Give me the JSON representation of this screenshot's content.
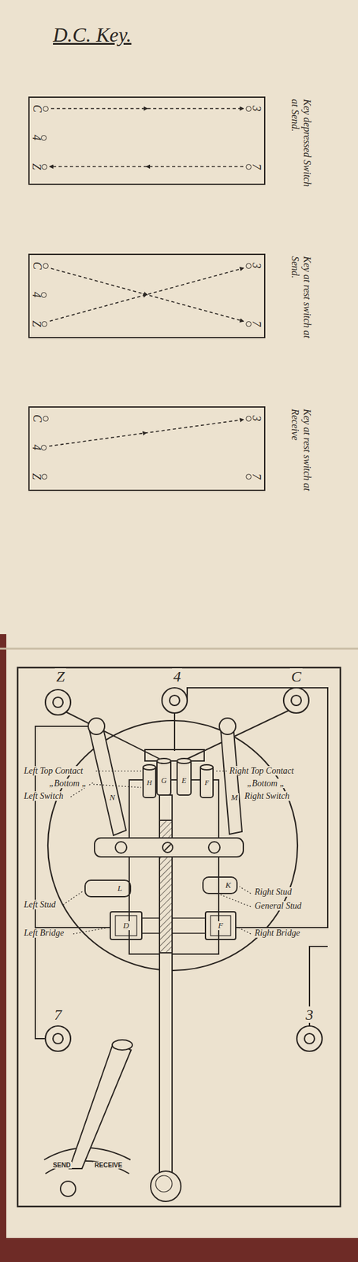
{
  "diagram": {
    "title": "D.C. Key.",
    "nodes": [
      {
        "text": [
          "Key depressed Switch at Send."
        ]
      },
      {
        "text": [
          "C"
        ],
        "in": 0
      },
      {
        "text": [
          "4"
        ],
        "in": 0
      },
      {
        "text": [
          "Z"
        ],
        "in": 0
      },
      {
        "text": [
          "3"
        ],
        "in": 0
      },
      {
        "text": [
          "7"
        ],
        "in": 0
      },
      {
        "text": [
          "Key at rest switch at Send."
        ]
      },
      {
        "text": [
          "C"
        ],
        "in": 6
      },
      {
        "text": [
          "4"
        ],
        "in": 6
      },
      {
        "text": [
          "Z"
        ],
        "in": 6
      },
      {
        "text": [
          "3"
        ],
        "in": 6
      },
      {
        "text": [
          "7"
        ],
        "in": 6
      },
      {
        "text": [
          "Key at rest switch at Receive"
        ]
      },
      {
        "text": [
          "C"
        ],
        "in": 12
      },
      {
        "text": [
          "4"
        ],
        "in": 12
      },
      {
        "text": [
          "Z"
        ],
        "in": 12
      },
      {
        "text": [
          "3"
        ],
        "in": 12
      },
      {
        "text": [
          "7"
        ],
        "in": 12
      }
    ],
    "edges": [
      {
        "from": 1,
        "to": 4,
        "arrow": "to"
      },
      {
        "from": 5,
        "to": 3,
        "arrow": "to"
      },
      {
        "from": 7,
        "to": 11,
        "arrow": "to"
      },
      {
        "from": 9,
        "to": 10,
        "arrow": "to"
      },
      {
        "from": 14,
        "to": 16,
        "arrow": "to"
      }
    ],
    "labels": [
      "Z",
      "4",
      "C",
      "Left Top Contact",
      "„Bottom „",
      "Left Switch",
      "H",
      "G",
      "E",
      "F",
      "Right Top Contact",
      "„Bottom „",
      "Right Switch",
      "N",
      "M",
      "L",
      "K",
      "Right Stud",
      "General Stud",
      "Left Stud",
      "D",
      "F",
      "Left Bridge",
      "Right Bridge",
      "7",
      "3",
      "SEND",
      "RECEIVE"
    ]
  }
}
